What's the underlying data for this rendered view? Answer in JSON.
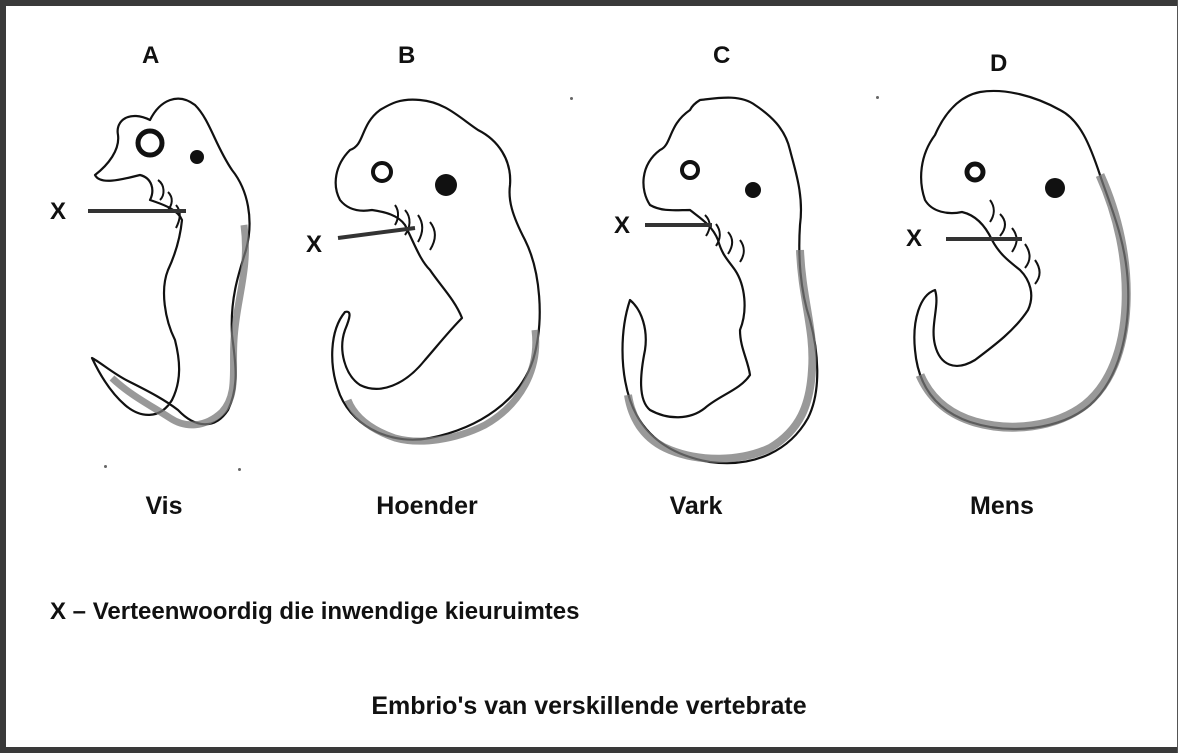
{
  "embryos": [
    {
      "letter": "A",
      "name": "Vis",
      "x_label": "X"
    },
    {
      "letter": "B",
      "name": "Hoender",
      "x_label": "X"
    },
    {
      "letter": "C",
      "name": "Vark",
      "x_label": "X"
    },
    {
      "letter": "D",
      "name": "Mens",
      "x_label": "X"
    }
  ],
  "legend": "X – Verteenwoordig die inwendige kieuruimtes",
  "caption": "Embrio's van verskillende vertebrate"
}
